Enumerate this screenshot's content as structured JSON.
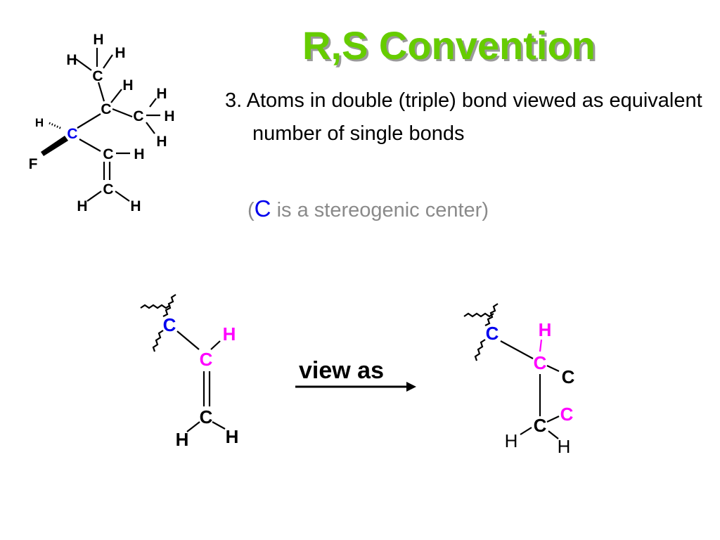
{
  "slide": {
    "title": "R,S Convention",
    "point": "3. Atoms in double (triple) bond viewed as equivalent number of single bonds",
    "note_open": "(",
    "note_c": "C",
    "note_rest": " is a stereogenic center)",
    "view_as": "view as"
  },
  "molecule_top": {
    "atoms": {
      "h": "H",
      "c": "C",
      "f": "F"
    }
  },
  "colors": {
    "title_green": "#66cc00",
    "stereocenter_blue": "#0000ee",
    "highlight_magenta": "#ff00ff",
    "note_gray": "#8a8a8a"
  }
}
